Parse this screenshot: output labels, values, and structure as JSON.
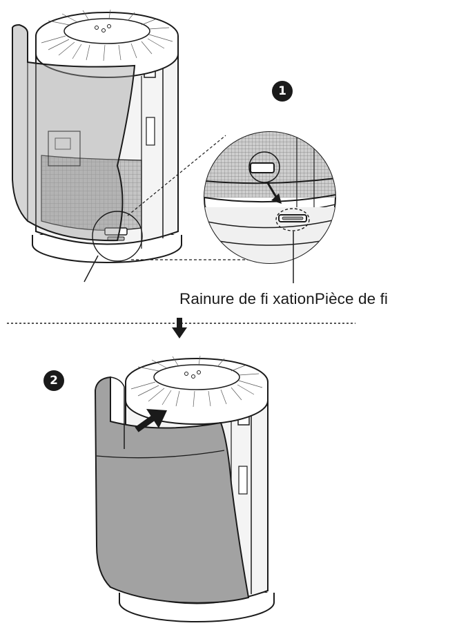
{
  "steps": {
    "step1": {
      "number": "1"
    },
    "step2": {
      "number": "2"
    }
  },
  "callout": {
    "label": "Rainure de fi xationPièce de fi"
  },
  "colors": {
    "outline": "#1a1a1a",
    "filter_mesh": "#b8b8b8",
    "cover_fabric": "#a6a6a6",
    "body_fill": "#f4f4f4"
  }
}
